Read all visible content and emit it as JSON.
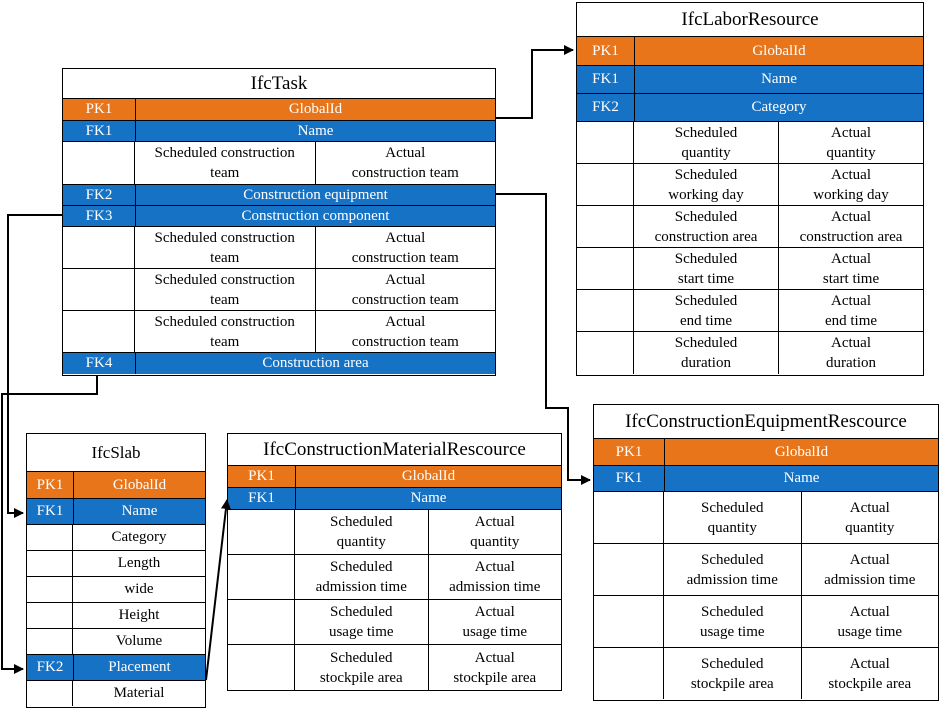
{
  "task": {
    "title": "IfcTask",
    "pk1": {
      "key": "PK1",
      "label": "GlobalId"
    },
    "fk1": {
      "key": "FK1",
      "label": "Name"
    },
    "team_a": {
      "left": "Scheduled construction\nteam",
      "right": "Actual\nconstruction team"
    },
    "fk2": {
      "key": "FK2",
      "label": "Construction equipment"
    },
    "fk3": {
      "key": "FK3",
      "label": "Construction component"
    },
    "team_b": {
      "left": "Scheduled construction\nteam",
      "right": "Actual\nconstruction team"
    },
    "team_c": {
      "left": "Scheduled construction\nteam",
      "right": "Actual\nconstruction team"
    },
    "team_d": {
      "left": "Scheduled construction\nteam",
      "right": "Actual\nconstruction team"
    },
    "fk4": {
      "key": "FK4",
      "label": "Construction area"
    }
  },
  "labor": {
    "title": "IfcLaborResource",
    "pk1": {
      "key": "PK1",
      "label": "GlobalId"
    },
    "fk1": {
      "key": "FK1",
      "label": "Name"
    },
    "fk2": {
      "key": "FK2",
      "label": "Category"
    },
    "rows": [
      {
        "left": "Scheduled\nquantity",
        "right": "Actual\nquantity"
      },
      {
        "left": "Scheduled\nworking day",
        "right": "Actual\nworking day"
      },
      {
        "left": "Scheduled\nconstruction area",
        "right": "Actual\nconstruction area"
      },
      {
        "left": "Scheduled\nstart time",
        "right": "Actual\nstart time"
      },
      {
        "left": "Scheduled\nend time",
        "right": "Actual\nend time"
      },
      {
        "left": "Scheduled\nduration",
        "right": "Actual\nduration"
      }
    ]
  },
  "slab": {
    "title": "IfcSlab",
    "pk1": {
      "key": "PK1",
      "label": "GlobalId"
    },
    "fk1": {
      "key": "FK1",
      "label": "Name"
    },
    "attrs_top": [
      "Category",
      "Length",
      "wide",
      "Height",
      "Volume"
    ],
    "fk2": {
      "key": "FK2",
      "label": "Placement"
    },
    "attrs_bottom": [
      "Material"
    ]
  },
  "material": {
    "title": "IfcConstructionMaterialRescource",
    "pk1": {
      "key": "PK1",
      "label": "GlobalId"
    },
    "fk1": {
      "key": "FK1",
      "label": "Name"
    },
    "rows": [
      {
        "left": "Scheduled\nquantity",
        "right": "Actual\nquantity"
      },
      {
        "left": "Scheduled\nadmission time",
        "right": "Actual\nadmission time"
      },
      {
        "left": "Scheduled\nusage time",
        "right": "Actual\nusage time"
      },
      {
        "left": "Scheduled\nstockpile area",
        "right": "Actual\nstockpile area"
      }
    ]
  },
  "equipment": {
    "title": "IfcConstructionEquipmentRescource",
    "pk1": {
      "key": "PK1",
      "label": "GlobalId"
    },
    "fk1": {
      "key": "FK1",
      "label": "Name"
    },
    "rows": [
      {
        "left": "Scheduled\nquantity",
        "right": "Actual\nquantity"
      },
      {
        "left": "Scheduled\nadmission time",
        "right": "Actual\nadmission time"
      },
      {
        "left": "Scheduled\nusage time",
        "right": "Actual\nusage time"
      },
      {
        "left": "Scheduled\nstockpile area",
        "right": "Actual\nstockpile area"
      }
    ]
  },
  "colors": {
    "primary_key": "#e8751a",
    "foreign_key": "#1672c4",
    "line": "#000000"
  }
}
